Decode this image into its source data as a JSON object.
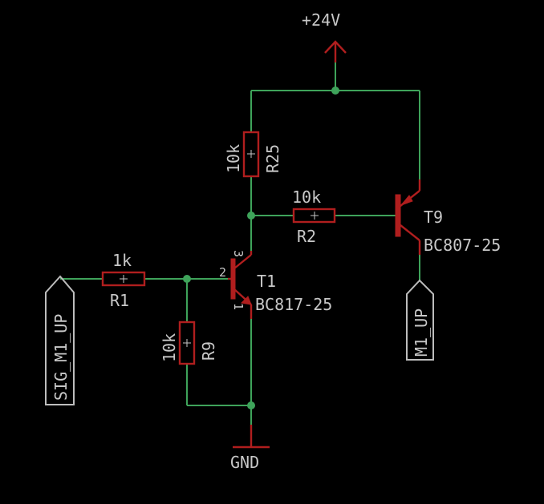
{
  "power": {
    "vcc_label": "+24V",
    "gnd_label": "GND"
  },
  "nets": {
    "input": "SIG_M1_UP",
    "output": "M1_UP"
  },
  "resistors": {
    "r25": {
      "ref": "R25",
      "value": "10k"
    },
    "r2": {
      "ref": "R2",
      "value": "10k"
    },
    "r1": {
      "ref": "R1",
      "value": "1k"
    },
    "r9": {
      "ref": "R9",
      "value": "10k"
    }
  },
  "transistors": {
    "t1": {
      "ref": "T1",
      "value": "BC817-25",
      "pin_base": "2",
      "pin_collector": "3",
      "pin_emitter": "1"
    },
    "t9": {
      "ref": "T9",
      "value": "BC807-25"
    }
  },
  "colors": {
    "wire": "#3ea35a",
    "part": "#b01e1e",
    "flag": "#bdbdbd",
    "text": "#c8c8c8",
    "background": "#000000"
  }
}
